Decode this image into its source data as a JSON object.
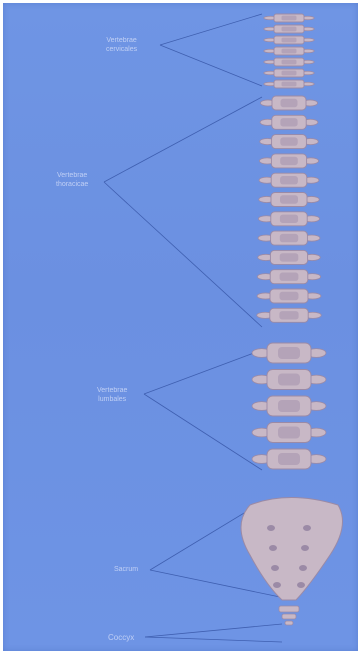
{
  "diagram": {
    "background_color": "#6f93e3",
    "bone_color": "#c8b8c6",
    "bone_shadow_color": "#9b8aa6",
    "leader_line_color": "#3f5fb0",
    "labels": {
      "cervical": {
        "line1": "Vertebrae",
        "line2": "cervicales"
      },
      "thoracic": {
        "line1": "Vertebrae",
        "line2": "thoracicae"
      },
      "lumbar": {
        "line1": "Vertebrae",
        "line2": "lumbales"
      },
      "sacrum": {
        "line1": "Sacrum"
      },
      "coccyx": {
        "line1": "Coccyx"
      }
    },
    "vertebra_counts": {
      "cervical": 7,
      "thoracic": 12,
      "lumbar": 5
    }
  }
}
